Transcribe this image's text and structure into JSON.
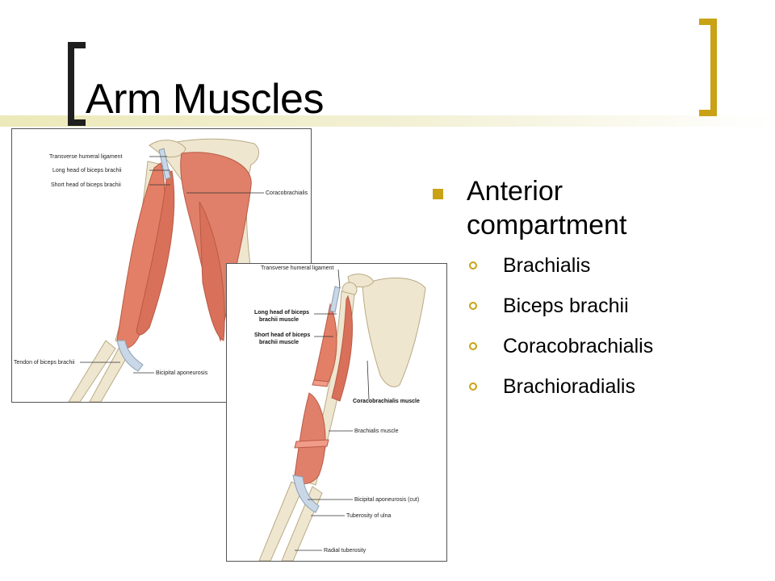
{
  "slide": {
    "title": "Arm Muscles",
    "accent_color": "#c9a215",
    "bullets": [
      {
        "text": "Anterior compartment",
        "line1": "Anterior",
        "line2": "compartment",
        "sub": [
          "Brachialis",
          "Biceps brachii",
          "Coracobrachialis",
          "Brachioradialis"
        ]
      }
    ]
  },
  "figure1": {
    "labels": {
      "transverse": "Transverse humeral ligament",
      "long_head": "Long head of biceps brachii",
      "short_head": "Short head of biceps brachii",
      "coracobrachialis": "Coracobrachialis",
      "tendon": "Tendon of biceps brachii",
      "bicipital": "Bicipital aponeurosis"
    }
  },
  "figure2": {
    "labels": {
      "transverse": "Transverse humeral ligament",
      "long_head_1": "Long head of biceps",
      "long_head_2": "brachii muscle",
      "short_head_1": "Short head of biceps",
      "short_head_2": "brachii muscle",
      "coracobrachialis": "Coracobrachialis muscle",
      "brachialis": "Brachialis muscle",
      "bicipital": "Bicipital aponeurosis (cut)",
      "tuberosity_ulna": "Tuberosity of ulna",
      "radial": "Radial tuberosity"
    }
  }
}
